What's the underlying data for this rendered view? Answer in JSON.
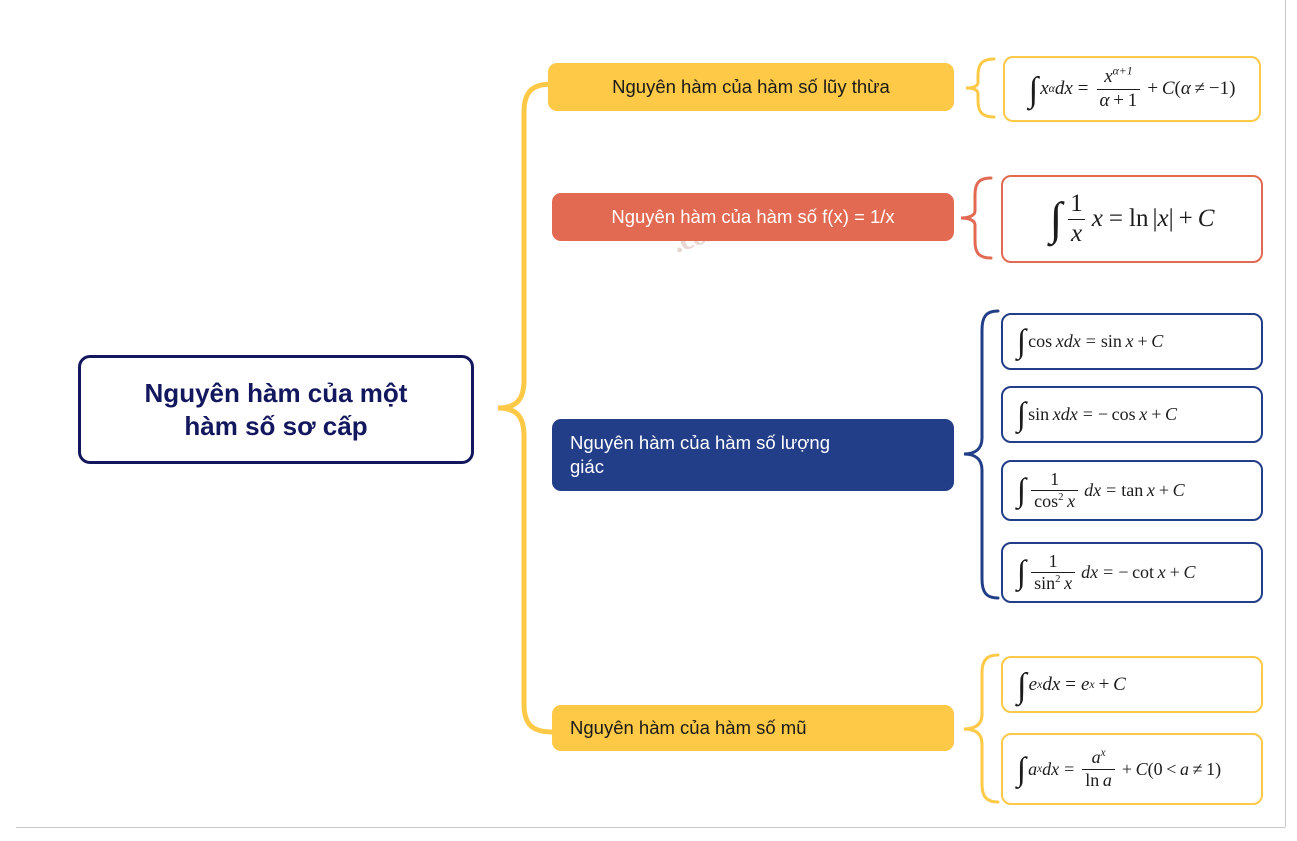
{
  "diagram": {
    "type": "mind-map",
    "title": "Nguyên hàm của một hàm số sơ cấp",
    "root": {
      "label": "Nguyên hàm của một\nhàm số sơ cấp",
      "text_color": "#13175e",
      "border_color": "#13175e",
      "fill_color": "#ffffff"
    },
    "colors": {
      "yellow": "#fdc947",
      "red": "#e36a52",
      "blue": "#233e88",
      "navy_text": "#13175e",
      "white": "#ffffff",
      "hairline": "#c8c8c8"
    },
    "watermark": ".com",
    "branches": [
      {
        "id": "power",
        "label": "Nguyên hàm của hàm số lũy thừa",
        "color": "#fdc947",
        "color_name": "yellow",
        "text_color": "#1a1a1a",
        "align": "center",
        "formulas": [
          {
            "id": "power-rule",
            "plain": "∫ x^α dx = x^(α+1)/(α+1) + C (α ≠ -1)",
            "parts": {
              "lhs": "x",
              "exp": "α",
              "dx": "dx",
              "num": "x",
              "num_exp": "α+1",
              "den": "α + 1",
              "tail": "+ C(α ≠ −1)"
            }
          }
        ]
      },
      {
        "id": "reciprocal",
        "label": "Nguyên hàm của hàm số f(x) = 1/x",
        "color": "#e36a52",
        "color_name": "red",
        "text_color": "#ffffff",
        "align": "center",
        "formulas": [
          {
            "id": "log-rule",
            "plain": "∫ (1/x) x = ln|x| + C",
            "parts": {
              "num": "1",
              "den": "x",
              "mid": "x",
              "tail": "= ln |x| + C"
            }
          }
        ]
      },
      {
        "id": "trig",
        "label": "Nguyên hàm của hàm số lượng\ngiác",
        "color": "#233e88",
        "color_name": "blue",
        "text_color": "#ffffff",
        "align": "left",
        "formulas": [
          {
            "id": "cos-rule",
            "plain": "∫ cos x dx = sin x + C"
          },
          {
            "id": "sin-rule",
            "plain": "∫ sin x dx = − cos x + C"
          },
          {
            "id": "sec2-rule",
            "plain": "∫ 1/cos²x dx = tan x + C"
          },
          {
            "id": "csc2-rule",
            "plain": "∫ 1/sin²x dx = − cot x + C"
          }
        ]
      },
      {
        "id": "exponential",
        "label": "Nguyên hàm của hàm số mũ",
        "color": "#fdc947",
        "color_name": "yellow",
        "text_color": "#1a1a1a",
        "align": "left",
        "formulas": [
          {
            "id": "exp-e-rule",
            "plain": "∫ e^x dx = e^x + C"
          },
          {
            "id": "exp-a-rule",
            "plain": "∫ a^x dx = a^x/ln a + C (0 < a ≠ 1)"
          }
        ]
      }
    ]
  }
}
